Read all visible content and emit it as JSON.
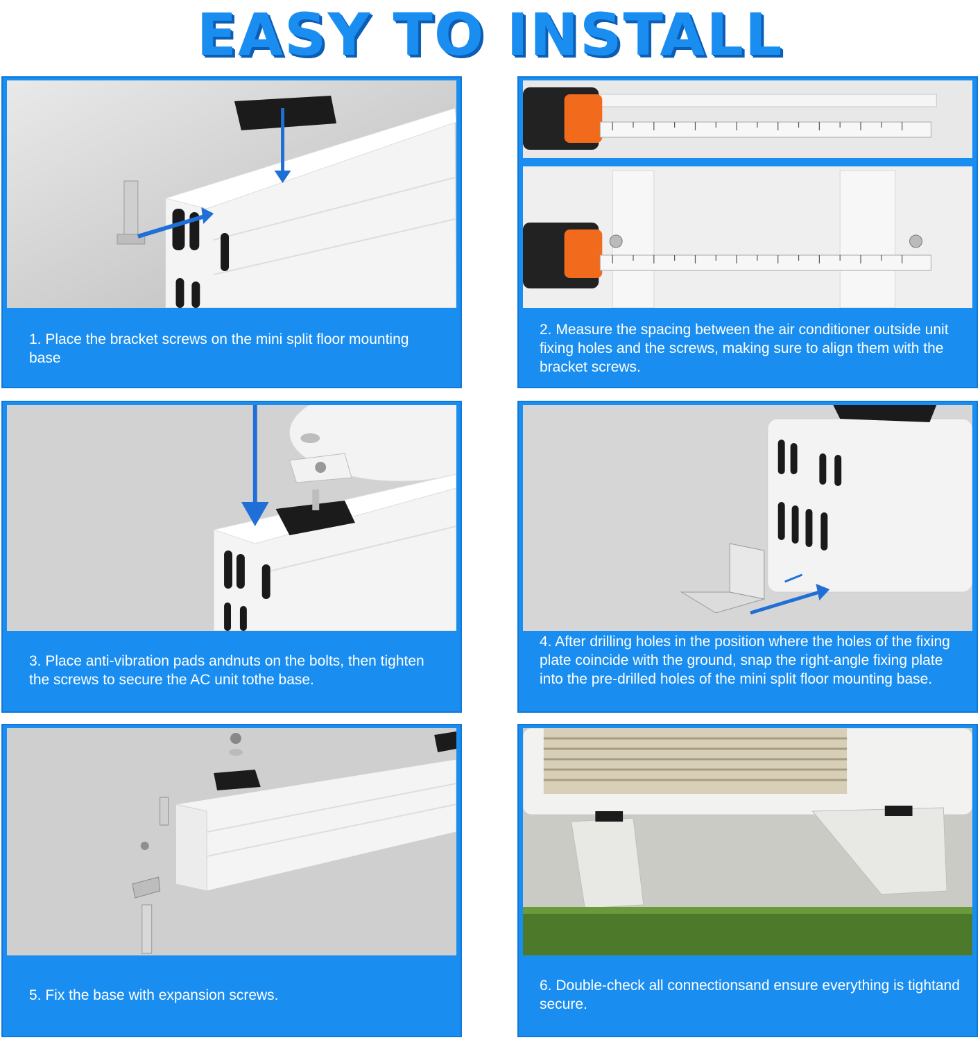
{
  "header": {
    "title": "EASY TO INSTALL"
  },
  "steps": [
    {
      "caption": "1. Place the bracket screws on the mini split floor mounting base"
    },
    {
      "caption": "2. Measure the spacing between the air conditioner outside unit fixing holes and the screws, making sure to align them with the bracket screws."
    },
    {
      "caption": "3. Place anti-vibration pads andnuts on the bolts, then tighten the screws to secure the AC unit tothe base."
    },
    {
      "caption": "4. After drilling holes in the position where the holes of the fixing plate coincide with the ground, snap the right-angle fixing plate into the pre-drilled holes of the mini split floor mounting base."
    },
    {
      "caption": "5. Fix the base with expansion screws."
    },
    {
      "caption": "6. Double-check all connectionsand ensure everything is tightand secure."
    }
  ],
  "colors": {
    "accent": "#1a8ef0",
    "arrow": "#1f6fd6",
    "tape_orange": "#f26a1b",
    "pad_black": "#1b1b1b",
    "grass": "#4d7a2a"
  }
}
